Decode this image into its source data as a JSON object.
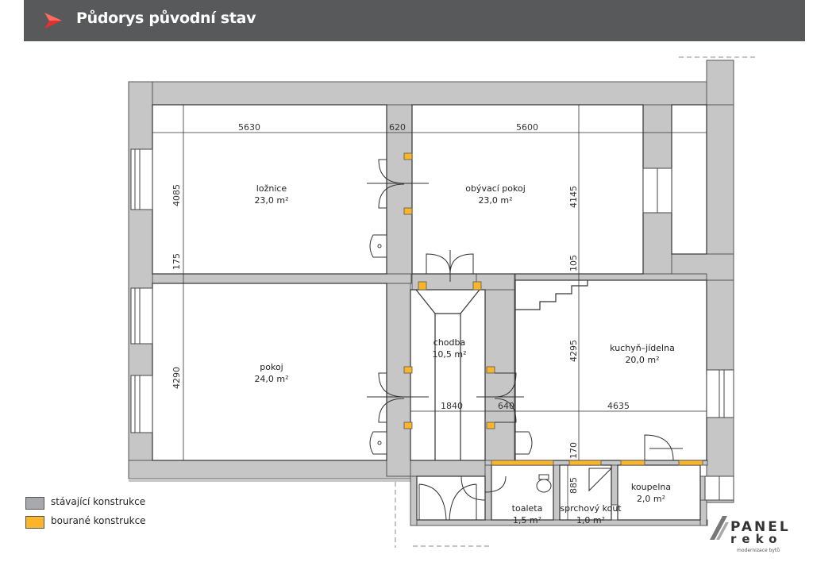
{
  "header": {
    "title": "Půdorys původní stav",
    "accent_color": "#e3312c",
    "bar_color": "#58595b"
  },
  "rooms": [
    {
      "name": "ložnice",
      "area": "23,0 m²"
    },
    {
      "name": "obývací pokoj",
      "area": "23,0 m²"
    },
    {
      "name": "pokoj",
      "area": "24,0 m²"
    },
    {
      "name": "chodba",
      "area": "10,5 m²"
    },
    {
      "name": "kuchyň–jídelna",
      "area": "20,0 m²"
    },
    {
      "name": "toaleta",
      "area": "1,5 m²"
    },
    {
      "name": "sprchový kout",
      "area": "1,0 m²"
    },
    {
      "name": "koupelna",
      "area": "2,0 m²"
    }
  ],
  "dimensions": {
    "d5630": "5630",
    "d620": "620",
    "d5600": "5600",
    "d4085": "4085",
    "d4145": "4145",
    "d175": "175",
    "d105": "105",
    "d4290": "4290",
    "d4295": "4295",
    "d1840": "1840",
    "d640": "640",
    "d4635": "4635",
    "d170": "170",
    "d885": "885"
  },
  "legend": [
    {
      "label": "stávající konstrukce",
      "color": "#a7a9ac"
    },
    {
      "label": "bourané konstrukce",
      "color": "#fbb52a"
    }
  ],
  "brand": {
    "line1": "PANEL",
    "line2": "reko",
    "line3": "modernizace bytů"
  },
  "colors": {
    "wall": "#c6c6c6",
    "demolished": "#fbb52a",
    "line": "#333333"
  }
}
